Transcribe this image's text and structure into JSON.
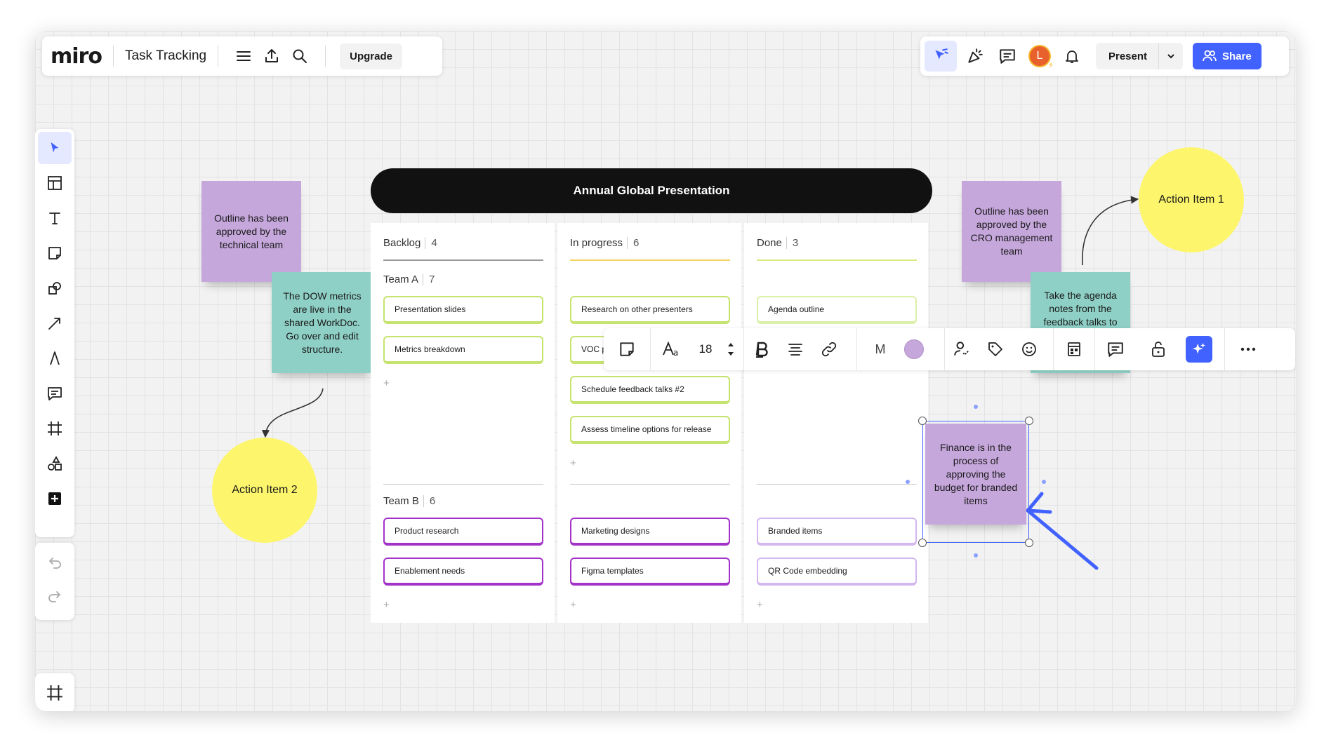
{
  "app": {
    "logo": "miro",
    "board_title": "Task Tracking",
    "upgrade_label": "Upgrade"
  },
  "topbar_right": {
    "avatar_initial": "L",
    "present_label": "Present",
    "share_label": "Share"
  },
  "board": {
    "title": "Annual Global Presentation",
    "columns": [
      {
        "name": "Backlog",
        "count": "4",
        "teamA": {
          "name": "Team A",
          "count": "7",
          "cards": [
            "Presentation slides",
            "Metrics breakdown"
          ]
        },
        "teamB": {
          "name": "Team B",
          "count": "6",
          "cards": [
            "Product research",
            "Enablement needs"
          ]
        }
      },
      {
        "name": "In progress",
        "count": "6",
        "teamA": {
          "cards": [
            "Research on other presenters",
            "VOC p",
            "Schedule feedback talks #2",
            "Assess timeline options for release"
          ]
        },
        "teamB": {
          "cards": [
            "Marketing designs",
            "Figma templates"
          ]
        }
      },
      {
        "name": "Done",
        "count": "3",
        "teamA": {
          "cards": [
            "Agenda outline"
          ]
        },
        "teamB": {
          "cards": [
            "Branded items",
            "QR Code embedding"
          ]
        }
      }
    ],
    "plus": "+"
  },
  "stickies": {
    "left_purple": "Outline has been approved by the technical team",
    "left_teal": "The DOW metrics are live in the shared WorkDoc. Go over and edit structure.",
    "right_purple": "Outline has been approved by the CRO management team",
    "right_teal": "Take the agenda notes from the feedback talks to",
    "selected": "Finance is in the process of approving the budget for branded items"
  },
  "circles": {
    "action1": "Action Item 1",
    "action2": "Action Item 2"
  },
  "context_toolbar": {
    "font_size": "18",
    "font_initial": "M",
    "fill_color": "#c6a7dc"
  },
  "colors": {
    "accent": "#4262ff",
    "sticky_purple": "#c6a7dc",
    "sticky_teal": "#8fd0c6",
    "circle_yellow": "#fdf66c"
  }
}
